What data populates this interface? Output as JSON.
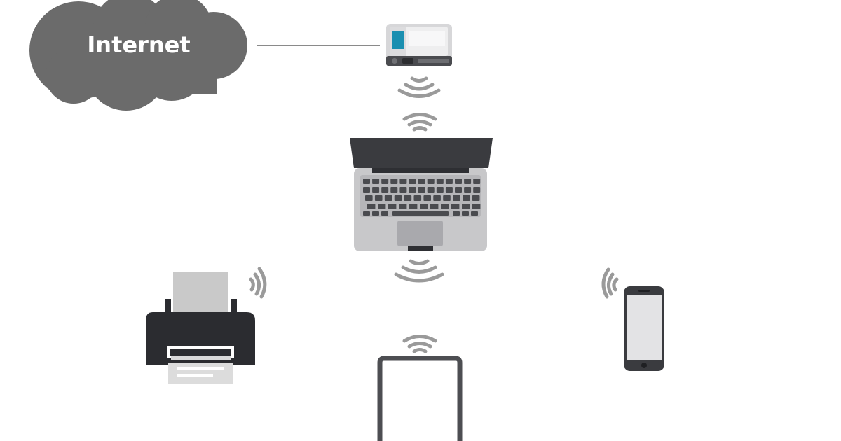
{
  "cloud": {
    "label": "Internet"
  },
  "devices": [
    "router",
    "laptop",
    "printer",
    "tablet",
    "smartphone"
  ],
  "colors": {
    "cloud_fill": "#6b6b6b",
    "connection_line": "#8a8a8a",
    "wifi_waves": "#9a9a9a",
    "device_dark": "#3a3b3f",
    "laptop_body": "#c8c8ca",
    "keyboard_keys": "#4a4b4f",
    "screen_light": "#e3e3e5",
    "printer_paper": "#c9c9c9",
    "router_accent": "#1a8fb0"
  }
}
